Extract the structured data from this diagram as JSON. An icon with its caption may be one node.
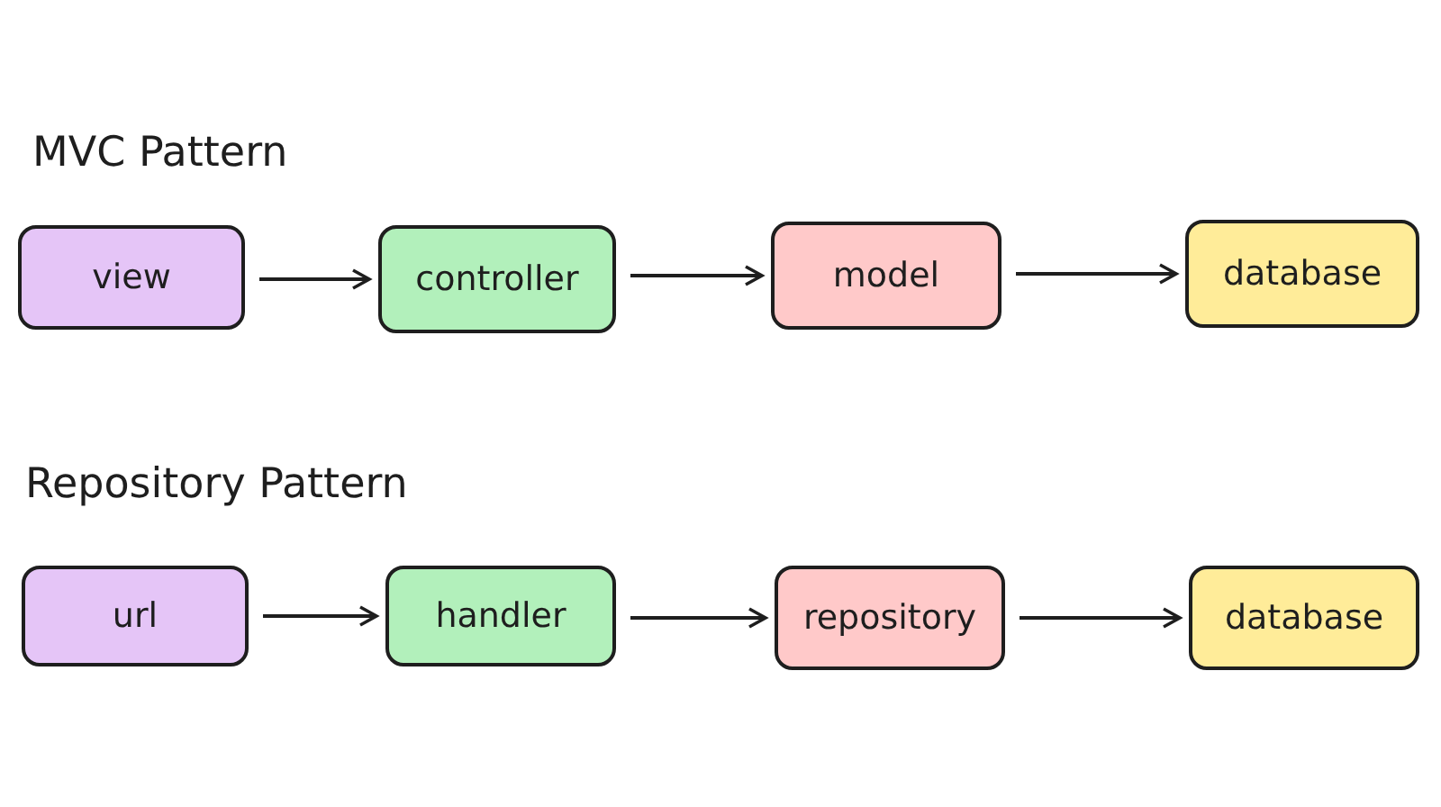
{
  "diagram": {
    "nodes": [
      {
        "text": [
          "view"
        ]
      },
      {
        "text": [
          "controller"
        ]
      },
      {
        "text": [
          "model"
        ]
      },
      {
        "text": [
          "database"
        ]
      },
      {
        "text": [
          "url"
        ]
      },
      {
        "text": [
          "handler"
        ]
      },
      {
        "text": [
          "repository"
        ]
      },
      {
        "text": [
          "database"
        ]
      }
    ],
    "edges": [
      {
        "from": 0,
        "to": 1,
        "arrow": "to"
      },
      {
        "from": 1,
        "to": 2,
        "arrow": "to"
      },
      {
        "from": 2,
        "to": 3,
        "arrow": "to"
      },
      {
        "from": 4,
        "to": 5,
        "arrow": "to"
      },
      {
        "from": 5,
        "to": 6,
        "arrow": "to"
      },
      {
        "from": 6,
        "to": 7,
        "arrow": "to"
      }
    ],
    "labels": [
      "MVC Pattern",
      "Repository Pattern"
    ]
  }
}
